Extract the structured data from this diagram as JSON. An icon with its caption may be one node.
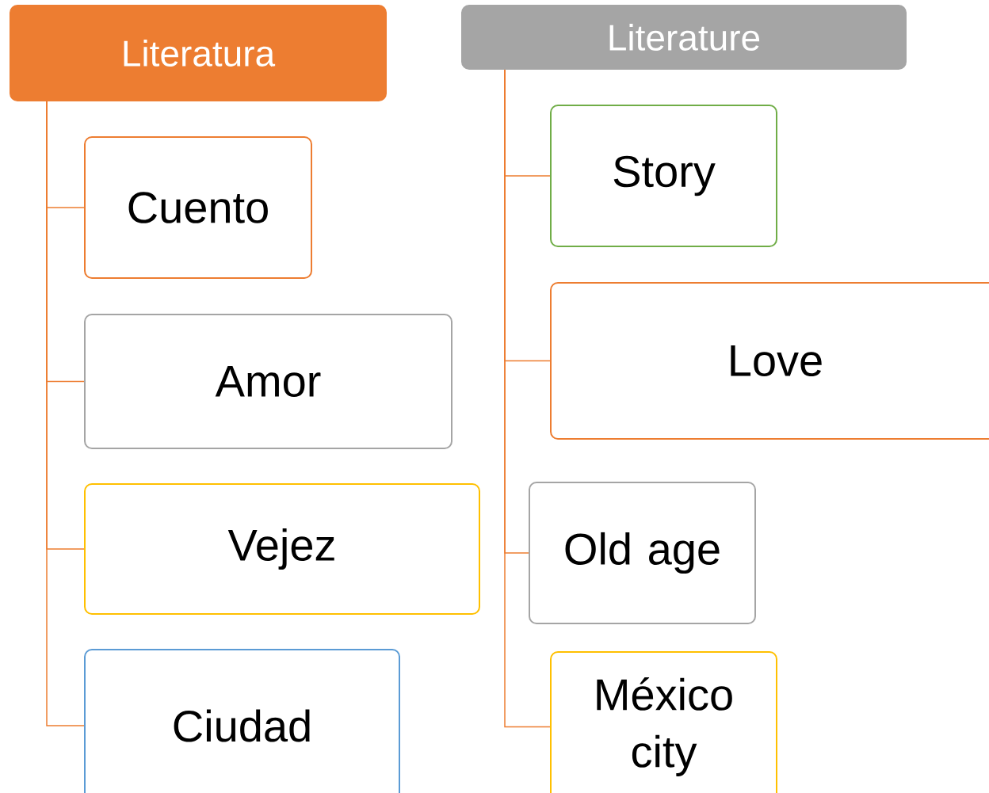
{
  "diagram": {
    "nodes": [
      {
        "text": [
          "Literatura"
        ]
      },
      {
        "text": [
          "Cuento"
        ]
      },
      {
        "text": [
          "Amor"
        ]
      },
      {
        "text": [
          "Vejez"
        ]
      },
      {
        "text": [
          "Ciudad"
        ]
      },
      {
        "text": [
          "Literature"
        ]
      },
      {
        "text": [
          "Story"
        ]
      },
      {
        "text": [
          "Love"
        ]
      },
      {
        "text": [
          "Old age"
        ]
      },
      {
        "text": [
          "México city"
        ]
      }
    ],
    "edges": [
      {
        "from": 0,
        "to": 1,
        "arrow": "none"
      },
      {
        "from": 0,
        "to": 2,
        "arrow": "none"
      },
      {
        "from": 0,
        "to": 3,
        "arrow": "none"
      },
      {
        "from": 0,
        "to": 4,
        "arrow": "none"
      },
      {
        "from": 5,
        "to": 6,
        "arrow": "none"
      },
      {
        "from": 5,
        "to": 7,
        "arrow": "none"
      },
      {
        "from": 5,
        "to": 8,
        "arrow": "none"
      },
      {
        "from": 5,
        "to": 9,
        "arrow": "none"
      }
    ]
  }
}
